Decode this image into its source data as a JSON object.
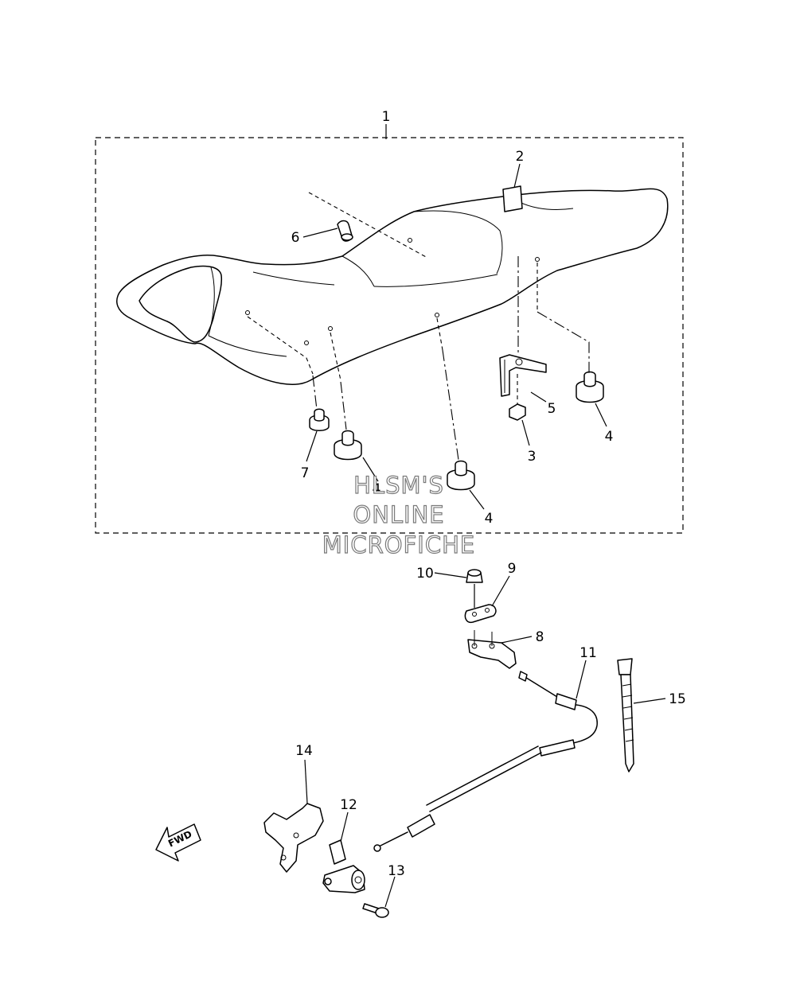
{
  "diagram": {
    "callouts": [
      {
        "id": "c1",
        "label": "1"
      },
      {
        "id": "c2",
        "label": "2"
      },
      {
        "id": "c3",
        "label": "3"
      },
      {
        "id": "c4a",
        "label": "4"
      },
      {
        "id": "c4b",
        "label": "4"
      },
      {
        "id": "c4c",
        "label": "4"
      },
      {
        "id": "c5",
        "label": "5"
      },
      {
        "id": "c6",
        "label": "6"
      },
      {
        "id": "c7",
        "label": "7"
      },
      {
        "id": "c8",
        "label": "8"
      },
      {
        "id": "c9",
        "label": "9"
      },
      {
        "id": "c10",
        "label": "10"
      },
      {
        "id": "c11",
        "label": "11"
      },
      {
        "id": "c12",
        "label": "12"
      },
      {
        "id": "c13",
        "label": "13"
      },
      {
        "id": "c14",
        "label": "14"
      },
      {
        "id": "c15",
        "label": "15"
      }
    ],
    "watermark": [
      "HLSM'S",
      "ONLINE",
      "MICROFICHE"
    ],
    "direction_label": "FWD"
  }
}
